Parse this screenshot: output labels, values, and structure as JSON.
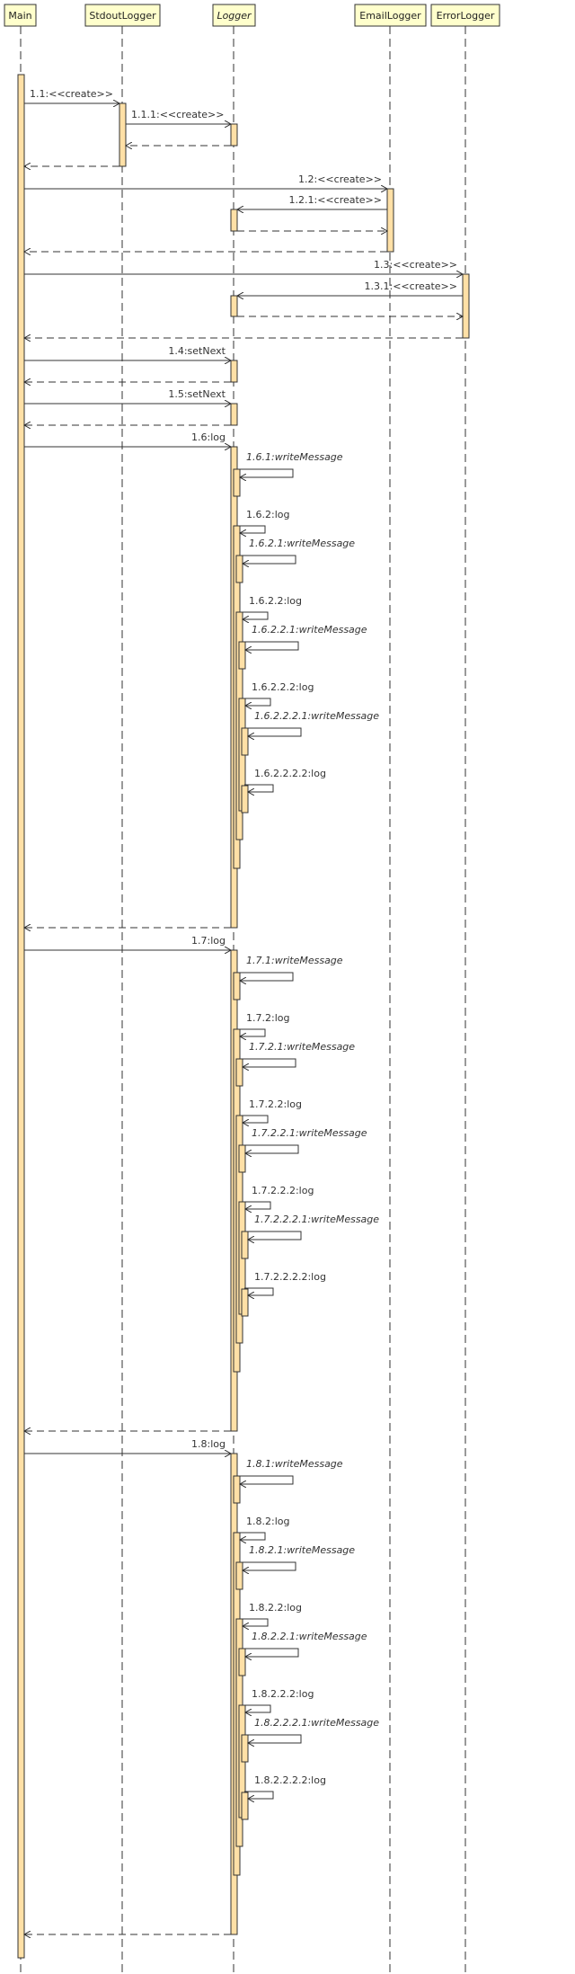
{
  "colors": {
    "head_fill": "#ffffcc",
    "activation_fill": "#ffe0a6",
    "line": "#333333",
    "text": "#333333"
  },
  "participants": [
    {
      "id": "main",
      "label": "Main",
      "abstract": false
    },
    {
      "id": "stdout",
      "label": "StdoutLogger",
      "abstract": false
    },
    {
      "id": "logger",
      "label": "Logger",
      "abstract": true
    },
    {
      "id": "email",
      "label": "EmailLogger",
      "abstract": false
    },
    {
      "id": "error",
      "label": "ErrorLogger",
      "abstract": false
    }
  ],
  "messages": [
    {
      "id": "m1_1",
      "from": "main",
      "to": "stdout",
      "label": "1.1:<<create>>",
      "kind": "call"
    },
    {
      "id": "m1_1_1",
      "from": "stdout",
      "to": "logger",
      "label": "1.1.1:<<create>>",
      "kind": "call"
    },
    {
      "id": "r1_1_1",
      "from": "logger",
      "to": "stdout",
      "label": "",
      "kind": "return"
    },
    {
      "id": "r1_1",
      "from": "stdout",
      "to": "main",
      "label": "",
      "kind": "return"
    },
    {
      "id": "m1_2",
      "from": "main",
      "to": "email",
      "label": "1.2:<<create>>",
      "kind": "call"
    },
    {
      "id": "m1_2_1",
      "from": "email",
      "to": "logger",
      "label": "1.2.1:<<create>>",
      "kind": "call"
    },
    {
      "id": "r1_2_1",
      "from": "logger",
      "to": "email",
      "label": "",
      "kind": "return"
    },
    {
      "id": "r1_2",
      "from": "email",
      "to": "main",
      "label": "",
      "kind": "return"
    },
    {
      "id": "m1_3",
      "from": "main",
      "to": "error",
      "label": "1.3:<<create>>",
      "kind": "call"
    },
    {
      "id": "m1_3_1",
      "from": "error",
      "to": "logger",
      "label": "1.3.1:<<create>>",
      "kind": "call"
    },
    {
      "id": "r1_3_1",
      "from": "logger",
      "to": "error",
      "label": "",
      "kind": "return"
    },
    {
      "id": "r1_3",
      "from": "error",
      "to": "main",
      "label": "",
      "kind": "return"
    },
    {
      "id": "m1_4",
      "from": "main",
      "to": "logger",
      "label": "1.4:setNext",
      "kind": "call"
    },
    {
      "id": "r1_4",
      "from": "logger",
      "to": "main",
      "label": "",
      "kind": "return"
    },
    {
      "id": "m1_5",
      "from": "main",
      "to": "logger",
      "label": "1.5:setNext",
      "kind": "call"
    },
    {
      "id": "r1_5",
      "from": "logger",
      "to": "main",
      "label": "",
      "kind": "return"
    },
    {
      "id": "m1_6",
      "from": "main",
      "to": "logger",
      "label": "1.6:log",
      "kind": "call"
    },
    {
      "id": "r1_6",
      "from": "logger",
      "to": "main",
      "label": "",
      "kind": "return"
    },
    {
      "id": "m1_7",
      "from": "main",
      "to": "logger",
      "label": "1.7:log",
      "kind": "call"
    },
    {
      "id": "r1_7",
      "from": "logger",
      "to": "main",
      "label": "",
      "kind": "return"
    },
    {
      "id": "m1_8",
      "from": "main",
      "to": "logger",
      "label": "1.8:log",
      "kind": "call"
    },
    {
      "id": "r1_8",
      "from": "logger",
      "to": "main",
      "label": "",
      "kind": "return"
    }
  ],
  "self_calls": {
    "log_1_6": [
      {
        "label": "1.6.1:writeMessage",
        "abstract": true,
        "depth": 1
      },
      {
        "label": "1.6.2:log",
        "abstract": false,
        "depth": 1
      },
      {
        "label": "1.6.2.1:writeMessage",
        "abstract": true,
        "depth": 2
      },
      {
        "label": "1.6.2.2:log",
        "abstract": false,
        "depth": 2
      },
      {
        "label": "1.6.2.2.1:writeMessage",
        "abstract": true,
        "depth": 3
      },
      {
        "label": "1.6.2.2.2:log",
        "abstract": false,
        "depth": 3
      },
      {
        "label": "1.6.2.2.2.1:writeMessage",
        "abstract": true,
        "depth": 4
      },
      {
        "label": "1.6.2.2.2.2:log",
        "abstract": false,
        "depth": 4
      }
    ],
    "log_1_7": [
      {
        "label": "1.7.1:writeMessage",
        "abstract": true,
        "depth": 1
      },
      {
        "label": "1.7.2:log",
        "abstract": false,
        "depth": 1
      },
      {
        "label": "1.7.2.1:writeMessage",
        "abstract": true,
        "depth": 2
      },
      {
        "label": "1.7.2.2:log",
        "abstract": false,
        "depth": 2
      },
      {
        "label": "1.7.2.2.1:writeMessage",
        "abstract": true,
        "depth": 3
      },
      {
        "label": "1.7.2.2.2:log",
        "abstract": false,
        "depth": 3
      },
      {
        "label": "1.7.2.2.2.1:writeMessage",
        "abstract": true,
        "depth": 4
      },
      {
        "label": "1.7.2.2.2.2:log",
        "abstract": false,
        "depth": 4
      }
    ],
    "log_1_8": [
      {
        "label": "1.8.1:writeMessage",
        "abstract": true,
        "depth": 1
      },
      {
        "label": "1.8.2:log",
        "abstract": false,
        "depth": 1
      },
      {
        "label": "1.8.2.1:writeMessage",
        "abstract": true,
        "depth": 2
      },
      {
        "label": "1.8.2.2:log",
        "abstract": false,
        "depth": 2
      },
      {
        "label": "1.8.2.2.1:writeMessage",
        "abstract": true,
        "depth": 3
      },
      {
        "label": "1.8.2.2.2:log",
        "abstract": false,
        "depth": 3
      },
      {
        "label": "1.8.2.2.2.1:writeMessage",
        "abstract": true,
        "depth": 4
      },
      {
        "label": "1.8.2.2.2.2:log",
        "abstract": false,
        "depth": 4
      }
    ]
  }
}
